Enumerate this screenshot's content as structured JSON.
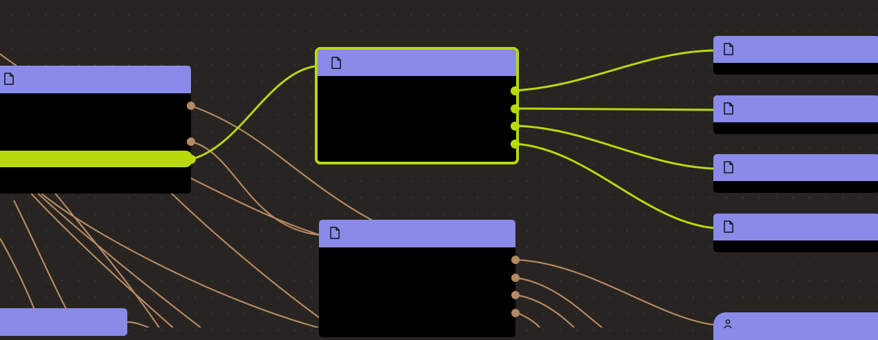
{
  "canvas": {
    "background": "#282422",
    "dot_color": "#3a3532",
    "wire_color_default": "#b48a62",
    "wire_color_selected": "#b8d90c",
    "node_header_color": "#8a8ae8",
    "node_body_color": "#000000"
  },
  "nodes": [
    {
      "id": "node-left",
      "header_icon": "document-icon",
      "highlighted_output": true
    },
    {
      "id": "node-center-top",
      "header_icon": "document-icon",
      "selected": true,
      "output_ports": 4
    },
    {
      "id": "node-center-bottom",
      "header_icon": "document-icon",
      "output_ports": 4
    },
    {
      "id": "node-right-1",
      "header_icon": "document-icon"
    },
    {
      "id": "node-right-2",
      "header_icon": "document-icon"
    },
    {
      "id": "node-right-3",
      "header_icon": "document-icon"
    },
    {
      "id": "node-right-4",
      "header_icon": "document-icon"
    },
    {
      "id": "node-right-5",
      "header_icon": "person-icon"
    },
    {
      "id": "node-bottom-left",
      "header_icon": ""
    }
  ]
}
